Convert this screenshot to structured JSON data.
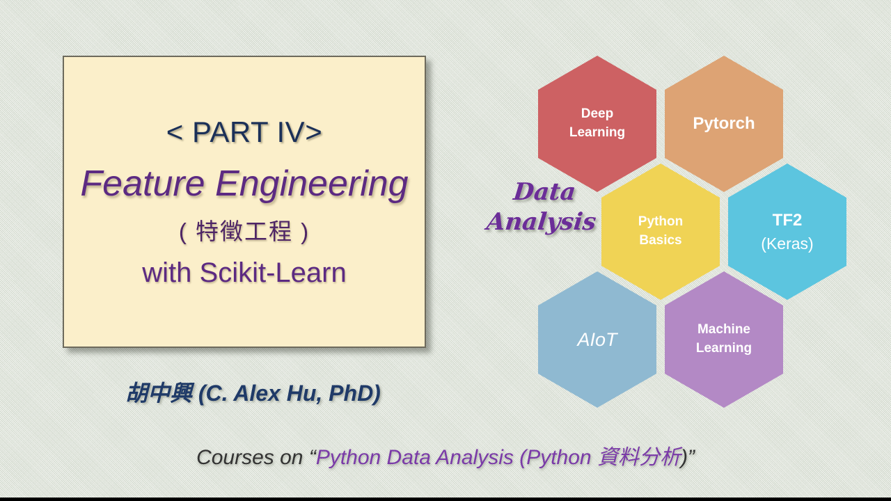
{
  "slide": {
    "background_color": "#dfe4da",
    "card_background_color": "#fbefca",
    "accent_purple": "#5c2a82",
    "accent_navy": "#1b3058"
  },
  "title_card": {
    "part_label": "< PART IV>",
    "course_title": "Feature Engineering",
    "course_title_cn": "( 特徵工程 )",
    "course_tool": "with Scikit-Learn"
  },
  "author": "胡中興 (C. Alex Hu, PhD)",
  "footer": {
    "prefix": "Courses on “",
    "highlight": "Python Data Analysis",
    "middle": " (Python ",
    "highlight2": "資料分析",
    "suffix": ")”"
  },
  "diagram": {
    "side_label_line1": "Data",
    "side_label_line2": "Analysis",
    "hexagons": [
      {
        "id": "deep-learning",
        "line1": "Deep",
        "line2": "Learning",
        "color": "#cd6163"
      },
      {
        "id": "pytorch",
        "line1": "Pytorch",
        "line2": "",
        "color": "#dda374"
      },
      {
        "id": "python-basics",
        "line1": "Python",
        "line2": "Basics",
        "color": "#f0d355"
      },
      {
        "id": "tf2-keras",
        "line1": "TF2",
        "line2": "(Keras)",
        "color": "#5cc5df"
      },
      {
        "id": "aiot",
        "line1": "AIoT",
        "line2": "",
        "color": "#8fb9d1"
      },
      {
        "id": "machine-learning",
        "line1": "Machine",
        "line2": "Learning",
        "color": "#b389c5"
      }
    ]
  }
}
